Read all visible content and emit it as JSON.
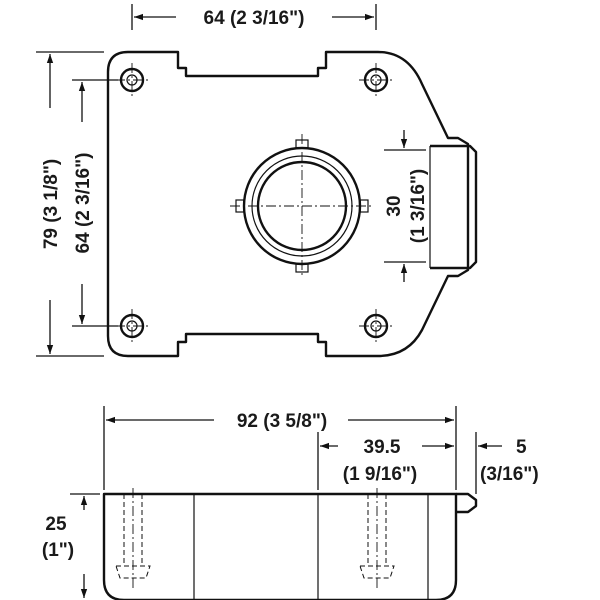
{
  "top_view": {
    "width_label": "64 (2 3/16\")",
    "height_outer_label": "79 (3 1/8\")",
    "height_inner_label": "64 (2 3/16\")",
    "opening_value_label": "30",
    "opening_inch_label": "(1 3/16\")"
  },
  "side_view": {
    "overall_length_label": "92 (3 5/8\")",
    "offset_value_label": "39.5",
    "offset_inch_label": "(1 9/16\")",
    "lip_value_label": "5",
    "lip_inch_label": "(3/16\")",
    "height_value_label": "25",
    "height_inch_label": "(1\")"
  }
}
